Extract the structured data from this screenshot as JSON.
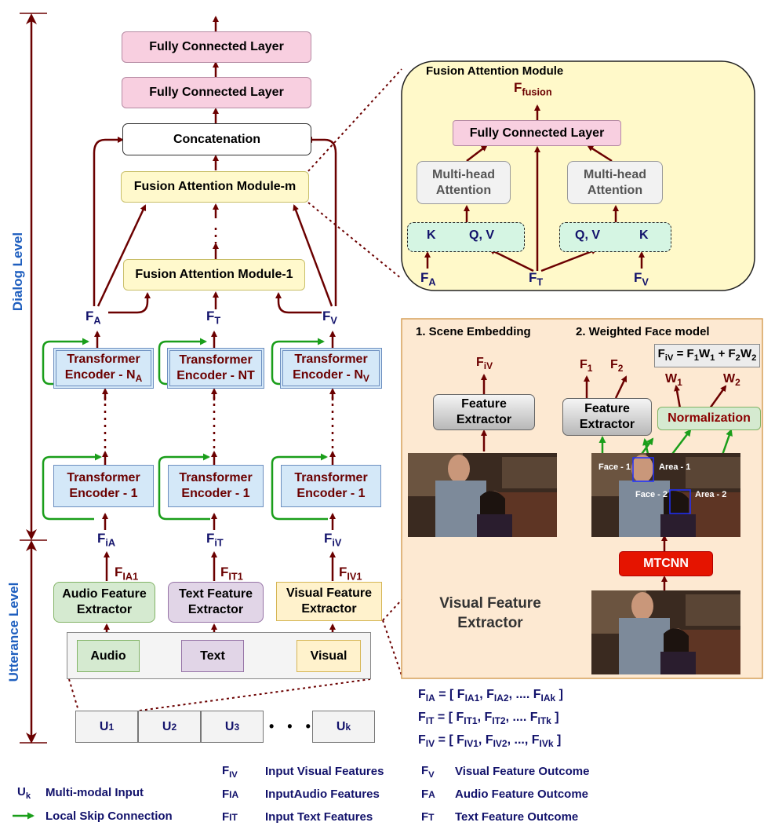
{
  "levels": {
    "dialog": "Dialog Level",
    "utterance": "Utterance Level"
  },
  "top": {
    "fc1": "Fully Connected Layer",
    "fc2": "Fully Connected Layer",
    "concat": "Concatenation",
    "fam_m": "Fusion Attention Module-m",
    "fam_1": "Fusion Attention Module-1"
  },
  "encoders": {
    "audio_n": "Transformer Encoder - N",
    "audio_n_sub": "A",
    "text_n": "Transformer Encoder - NT",
    "visual_n": "Transformer Encoder - N",
    "visual_n_sub": "V",
    "enc1": "Transformer Encoder - 1"
  },
  "extractors": {
    "audio": "Audio Feature Extractor",
    "text": "Text Feature Extractor",
    "visual": "Visual Feature Extractor"
  },
  "inputs": {
    "audio": "Audio",
    "text": "Text",
    "visual": "Visual"
  },
  "utterances": [
    {
      "base": "U",
      "sub": "1"
    },
    {
      "base": "U",
      "sub": "2"
    },
    {
      "base": "U",
      "sub": "3"
    },
    {
      "base": "U",
      "sub": "k"
    }
  ],
  "ellipsis": "• • •",
  "fam_panel": {
    "title": "Fusion Attention Module",
    "output_base": "F",
    "output_sub": "fusion",
    "fc": "Fully Connected Layer",
    "mha_left": "Multi-head Attention",
    "mha_right": "Multi-head Attention",
    "k_left": "K",
    "qv_left": "Q, V",
    "qv_right": "Q, V",
    "k_right": "K"
  },
  "vfe_panel": {
    "scene_title": "1. Scene Embedding",
    "face_title": "2. Weighted Face model",
    "fe_left": "Feature Extractor",
    "fe_right": "Feature Extractor",
    "normalization": "Normalization",
    "mtcnn": "MTCNN",
    "caption": "Visual Feature Extractor",
    "face1": "Face - 1",
    "face2": "Face - 2",
    "area1": "Area - 1",
    "area2": "Area - 2"
  },
  "legend": {
    "uk": "Multi-modal Input",
    "skip": "Local Skip Connection",
    "fiv": "Input Visual Features",
    "fia": "InputAudio Features",
    "fit": "Input Text Features",
    "fv": "Visual Feature Outcome",
    "fa": "Audio Feature Outcome",
    "ft": "Text Feature Outcome"
  },
  "colors": {
    "arrow": "#6b0000",
    "skip": "#1a9e1a",
    "label": "#12126b",
    "level_text": "#1f5fbf"
  }
}
